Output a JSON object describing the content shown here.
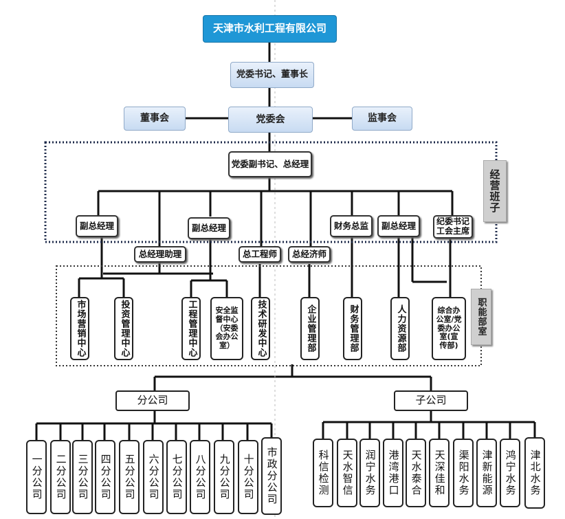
{
  "title": "天津市水利工程有限公司",
  "party_secretary": "党委书记、董事长",
  "board": "董事会",
  "party_committee": "党委会",
  "supervisory_board": "监事会",
  "general_manager": "党委副书记、总经理",
  "management_team_label": "经营班子",
  "management": {
    "vp1": "副总经理",
    "vp2": "副总经理",
    "cfo": "财务总监",
    "vp3": "副总经理",
    "discipline": "纪委书记\n工会主席",
    "gm_assistant": "总经理助理",
    "chief_engineer": "总工程师",
    "chief_economist": "总经济师"
  },
  "functional_label": "职能部室",
  "departments": [
    "市场营销中心",
    "投资管理中心",
    "工程管理中心",
    "安全监督中心（安委会办公室）",
    "技术研发中心",
    "企业管理部",
    "财务管理部",
    "人力资源部",
    "综合办公室/党委办公室(宣传部)"
  ],
  "branch_label": "分公司",
  "subsidiary_label": "子公司",
  "branches": [
    "一分公司",
    "二分公司",
    "三分公司",
    "四分公司",
    "五分公司",
    "六分公司",
    "七分公司",
    "八分公司",
    "九分公司",
    "十分公司",
    "市政分公司"
  ],
  "subsidiaries": [
    "科信检测",
    "天水智信",
    "润宁水务",
    "港湾港口",
    "天水泰合",
    "天深佳和",
    "渠阳水务",
    "津新能源",
    "鸿宁水务",
    "津北水务"
  ]
}
